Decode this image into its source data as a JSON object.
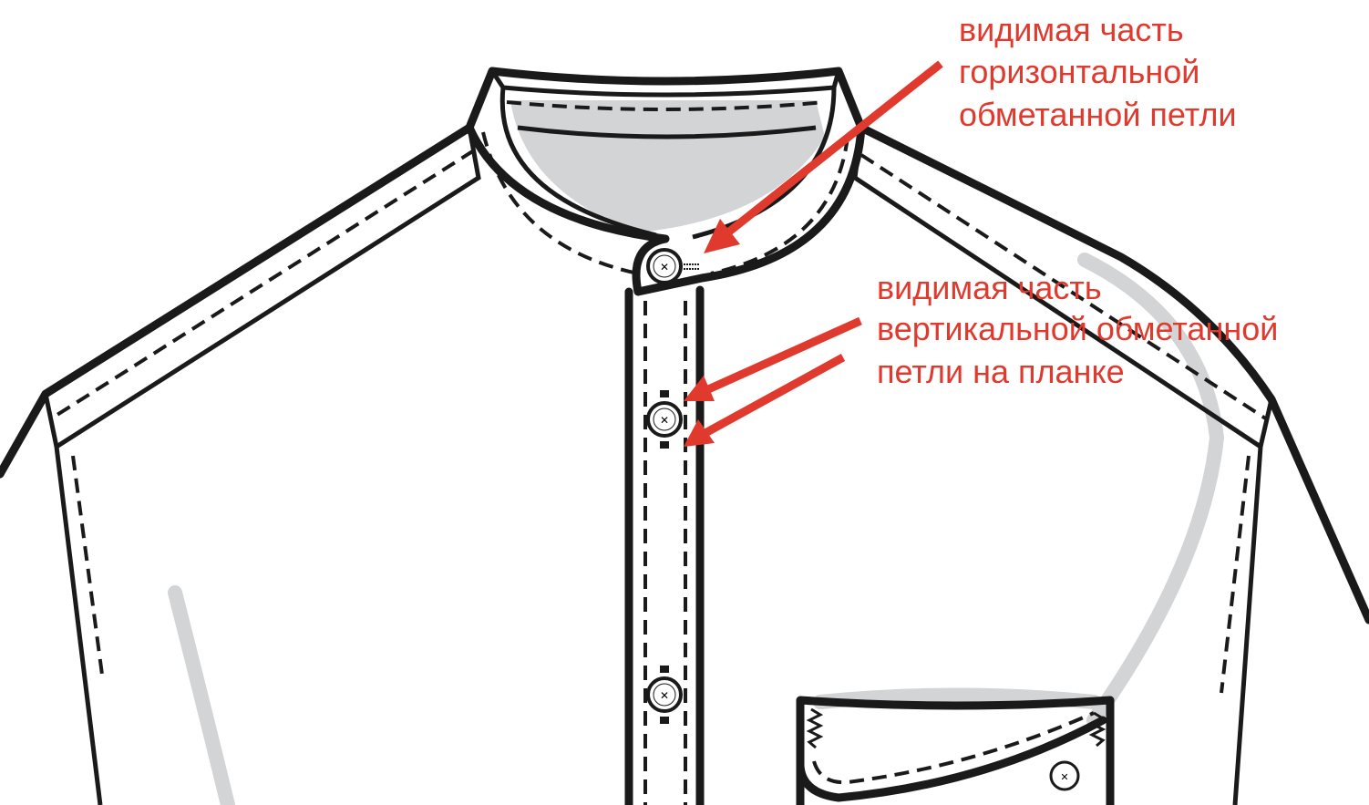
{
  "annotations": {
    "horizontal_buttonhole": [
      "видимая часть",
      "горизонтальной",
      "обметанной петли"
    ],
    "vertical_buttonhole": [
      "видимая часть",
      "вертикальной обметанной",
      "петли на планке"
    ]
  },
  "colors": {
    "annotation": "#e03a2e",
    "outline": "#1a1a1a",
    "shade": "#d3d4d6"
  }
}
